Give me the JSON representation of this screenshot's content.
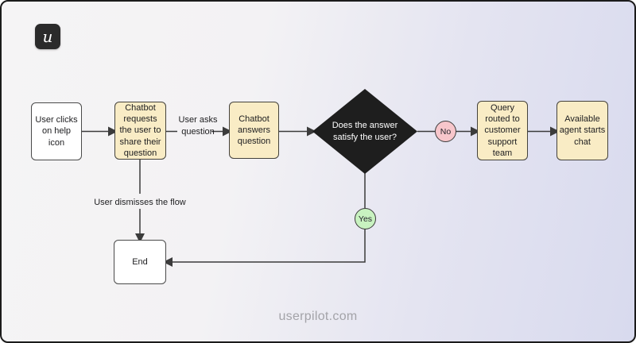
{
  "branding": {
    "logo_letter": "u",
    "watermark": "userpilot.com"
  },
  "colors": {
    "background_left": "#f5f4f5",
    "background_right": "#d8daee",
    "node_yellow": "#f9ecc5",
    "node_white": "#ffffff",
    "node_border": "#44423c",
    "decision_fill": "#1e1e1e",
    "decision_text": "#ffffff",
    "yes_green": "#c8f2c0",
    "no_pink": "#f7c6cb",
    "connector": "#3b3b3b",
    "watermark_gray": "#a3a3a8"
  },
  "flowchart": {
    "nodes": {
      "start": {
        "label": "User clicks on help icon",
        "shape": "rectangle",
        "fill": "white"
      },
      "chatbot_request": {
        "label": "Chatbot requests the user to share their question",
        "shape": "rectangle",
        "fill": "yellow"
      },
      "chatbot_answers": {
        "label": "Chatbot answers question",
        "shape": "rectangle",
        "fill": "yellow"
      },
      "decision": {
        "label": "Does the answer satisfy the user?",
        "shape": "diamond",
        "fill": "black"
      },
      "query_routed": {
        "label": "Query routed to customer support team",
        "shape": "rectangle",
        "fill": "yellow"
      },
      "agent_chat": {
        "label": "Available agent starts chat",
        "shape": "rectangle",
        "fill": "yellow"
      },
      "end": {
        "label": "End",
        "shape": "rectangle",
        "fill": "white"
      }
    },
    "edges": {
      "user_asks": {
        "label": "User asks question"
      },
      "user_dismisses": {
        "label": "User dismisses the flow"
      },
      "no": {
        "label": "No"
      },
      "yes": {
        "label": "Yes"
      }
    }
  }
}
